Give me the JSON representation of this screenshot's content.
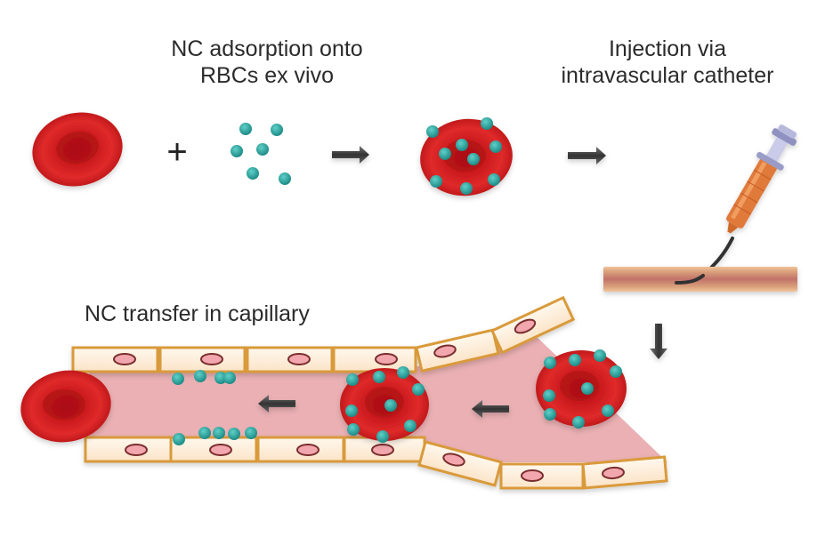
{
  "labels": {
    "step1": [
      "NC adsorption onto",
      "RBCs ex vivo"
    ],
    "step2": [
      "Injection via",
      "intravascular catheter"
    ],
    "step3": "NC transfer in capillary"
  },
  "operators": {
    "plus": "+"
  },
  "colors": {
    "rbc": "#d21f1f",
    "rbc_dark": "#a80f12",
    "nanocarrier": "#2aa39f",
    "endothelial_cell": "#fdf0e0",
    "endothelial_border": "#d99a3a",
    "nucleus": "#f0a0a8",
    "nucleus_border": "#8a3a3a",
    "lumen": "#e6a3a8",
    "arrow": "#4a4a4a",
    "syringe_barrel": "#e07a3a",
    "syringe_plunger": "#9a9cc8",
    "vessel": "#c9806a"
  },
  "legend_icons": {
    "free_rbc": "red-blood-cell-icon",
    "nanocarriers": "nanocarrier-cluster-icon",
    "loaded_rbc": "nc-loaded-rbc-icon",
    "syringe": "syringe-icon",
    "vessel": "blood-vessel-icon"
  }
}
